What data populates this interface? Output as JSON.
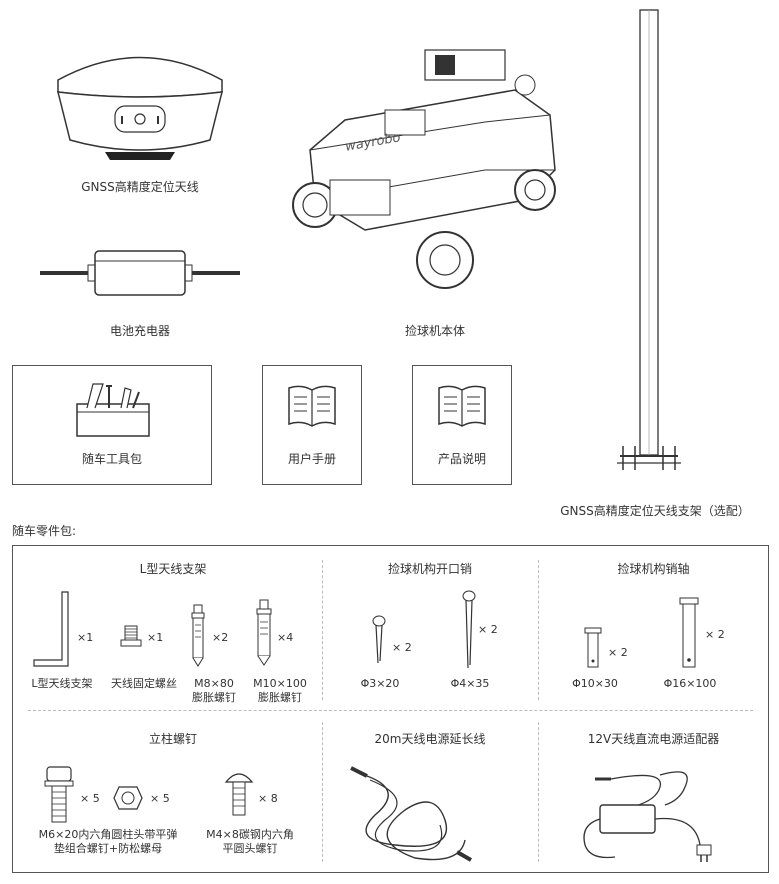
{
  "top": {
    "antenna_label": "GNSS高精度定位天线",
    "charger_label": "电池充电器",
    "robot_label": "捡球机本体",
    "robot_brand": "wayrobo",
    "pole_label": "GNSS高精度定位天线支架（选配）"
  },
  "boxes": {
    "toolkit_label": "随车工具包",
    "manual_label": "用户手册",
    "instructions_label": "产品说明"
  },
  "parts": {
    "heading": "随车零件包:",
    "l_bracket": {
      "title": "L型天线支架",
      "items": [
        {
          "label": "L型天线支架",
          "qty": "×1"
        },
        {
          "label": "天线固定螺丝",
          "qty": "×1"
        },
        {
          "label1": "M8×80",
          "label2": "膨胀螺钉",
          "qty": "×2"
        },
        {
          "label1": "M10×100",
          "label2": "膨胀螺钉",
          "qty": "×4"
        }
      ]
    },
    "split_pin": {
      "title": "捡球机构开口销",
      "items": [
        {
          "label": "Φ3×20",
          "qty": "× 2"
        },
        {
          "label": "Φ4×35",
          "qty": "× 2"
        }
      ]
    },
    "pin_shaft": {
      "title": "捡球机构销轴",
      "items": [
        {
          "label": "Φ10×30",
          "qty": "× 2"
        },
        {
          "label": "Φ16×100",
          "qty": "× 2"
        }
      ]
    },
    "column_screw": {
      "title": "立柱螺钉",
      "items": [
        {
          "qty": "× 5"
        },
        {
          "qty": "× 5"
        },
        {
          "qty": "× 8"
        }
      ],
      "label_a1": "M6×20内六角圆柱头带平弹",
      "label_a2": "垫组合螺钉+防松螺母",
      "label_b1": "M4×8碳钢内六角",
      "label_b2": "平圆头螺钉"
    },
    "extension_cable": {
      "title": "20m天线电源延长线"
    },
    "dc_adapter": {
      "title": "12V天线直流电源适配器"
    }
  }
}
